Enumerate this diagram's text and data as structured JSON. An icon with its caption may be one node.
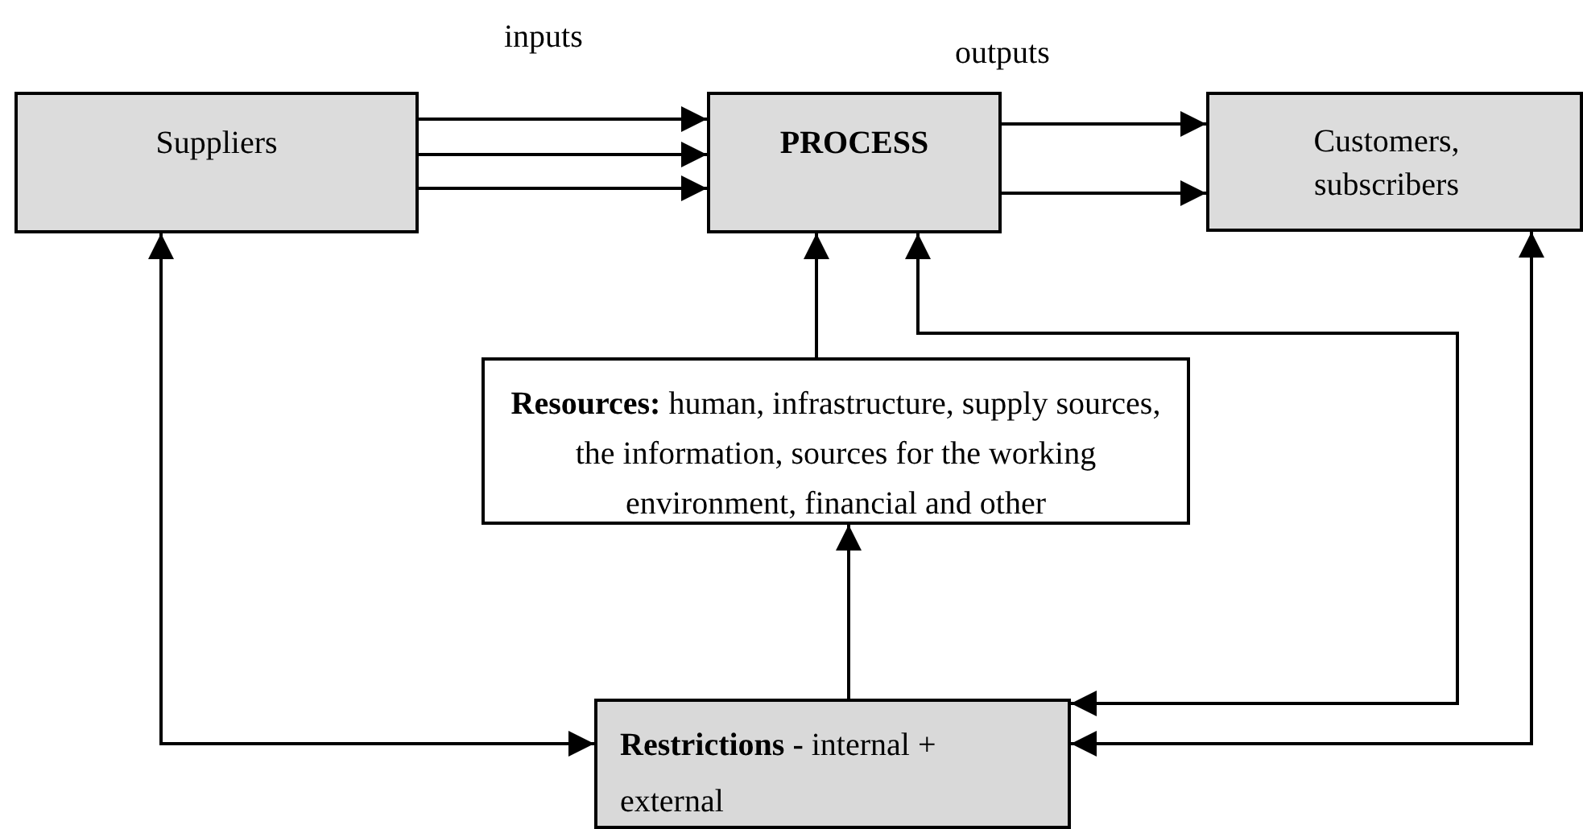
{
  "diagram": {
    "nodes": [
      {
        "text": [
          "Suppliers"
        ]
      },
      {
        "text": [
          "PROCESS"
        ]
      },
      {
        "text": [
          "Customers, subscribers"
        ]
      },
      {
        "text": [
          "**Resources:** human, infrastructure, supply sources, the information, sources for the working environment, financial and other"
        ]
      },
      {
        "text": [
          "**Restrictions -** internal + external"
        ]
      }
    ],
    "edges": [
      {
        "from": 0,
        "to": 1,
        "arrow": "to"
      },
      {
        "from": 0,
        "to": 1,
        "arrow": "to"
      },
      {
        "from": 0,
        "to": 1,
        "arrow": "to"
      },
      {
        "from": 1,
        "to": 2,
        "arrow": "to"
      },
      {
        "from": 1,
        "to": 2,
        "arrow": "to"
      },
      {
        "from": 3,
        "to": 1,
        "arrow": "to"
      },
      {
        "from": 4,
        "to": 1,
        "arrow": "both"
      },
      {
        "from": 4,
        "to": 2,
        "arrow": "both"
      },
      {
        "from": 0,
        "to": 4,
        "arrow": "both"
      },
      {
        "from": 4,
        "to": 3,
        "arrow": "to"
      }
    ],
    "labels": [
      "inputs",
      "outputs"
    ]
  }
}
